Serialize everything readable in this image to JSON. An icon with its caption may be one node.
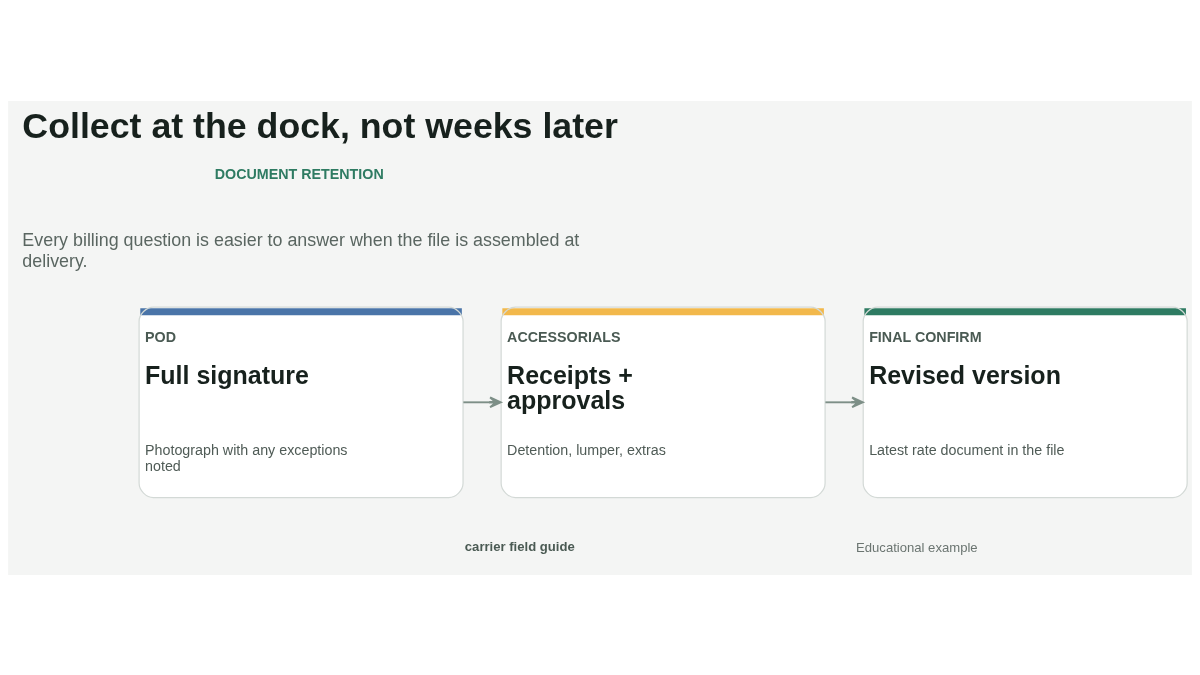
{
  "diagram": {
    "title": "Collect at the dock, not weeks later",
    "nodes": [
      {
        "text": [
          "POD",
          "Full signature",
          "Photograph with any exceptions noted"
        ]
      },
      {
        "text": [
          "ACCESSORIALS",
          "Receipts + approvals",
          "Detention, lumper, extras"
        ]
      },
      {
        "text": [
          "FINAL CONFIRM",
          "Revised version",
          "Latest rate document in the file"
        ]
      }
    ],
    "edges": [
      {
        "from": 0,
        "to": 1,
        "arrow": "to"
      },
      {
        "from": 1,
        "to": 2,
        "arrow": "to"
      }
    ],
    "labels": [
      "DOCUMENT RETENTION",
      "Every billing question is easier to answer when the file is assembled at delivery.",
      "carrier field guide",
      "Educational example"
    ]
  }
}
